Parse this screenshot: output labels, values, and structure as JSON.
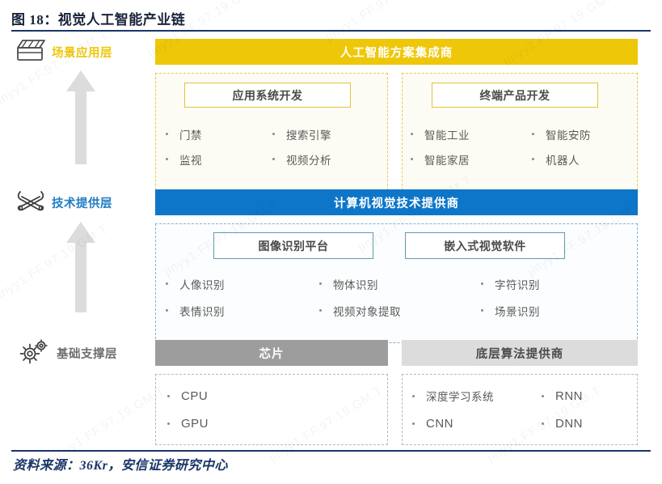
{
  "figure": {
    "title": "图 18：视觉人工智能产业链",
    "source": "资料来源：36Kr，安信证券研究中心"
  },
  "colors": {
    "yellow": "#efc709",
    "blue": "#0e76c9",
    "gray": "#9d9d9d",
    "light_gray": "#dcdcdc",
    "rule": "#1a3668",
    "arrow": "#dcdcdc"
  },
  "watermark_text": "jinyy1.FF.97.19.GM.T",
  "layers": [
    {
      "id": "application",
      "label": "场景应用层",
      "label_color": "#efc709",
      "icon": "clapperboard-icon",
      "bar": "人工智能方案集成商",
      "groups": [
        {
          "chip": "应用系统开发",
          "items": [
            "门禁",
            "搜索引擎",
            "监视",
            "视频分析"
          ]
        },
        {
          "chip": "终端产品开发",
          "items": [
            "智能工业",
            "智能安防",
            "智能家居",
            "机器人"
          ]
        }
      ]
    },
    {
      "id": "technology",
      "label": "技术提供层",
      "label_color": "#1f7cc4",
      "icon": "tools-icon",
      "bar": "计算机视觉技术提供商",
      "groups": [
        {
          "chip": "图像识别平台",
          "chip2": "嵌入式视觉软件",
          "items": [
            "人像识别",
            "物体识别",
            "字符识别",
            "表情识别",
            "视频对象提取",
            "场景识别"
          ]
        }
      ]
    },
    {
      "id": "foundation",
      "label": "基础支撑层",
      "label_color": "#6f6f6f",
      "icon": "gears-icon",
      "bars": [
        "芯片",
        "底层算法提供商"
      ],
      "groups": [
        {
          "items": [
            "CPU",
            "GPU"
          ]
        },
        {
          "items": [
            "深度学习系统",
            "RNN",
            "CNN",
            "DNN"
          ]
        }
      ]
    }
  ]
}
